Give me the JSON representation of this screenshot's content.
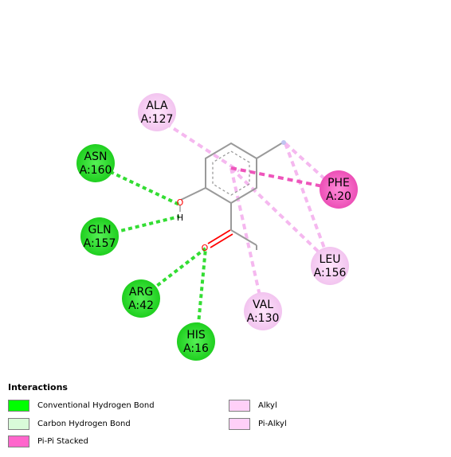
{
  "residues": [
    {
      "name": "ALA",
      "chain_id": "A:127",
      "type": "alkyl",
      "color": "#f7d1f5"
    },
    {
      "name": "ASN",
      "chain_id": "A:160",
      "type": "hbond",
      "color": "#3ee23e"
    },
    {
      "name": "GLN",
      "chain_id": "A:157",
      "type": "hbond",
      "color": "#3ee23e"
    },
    {
      "name": "ARG",
      "chain_id": "A:42",
      "type": "hbond",
      "color": "#3ee23e"
    },
    {
      "name": "HIS",
      "chain_id": "A:16",
      "type": "hbond",
      "color": "#3ee23e"
    },
    {
      "name": "VAL",
      "chain_id": "A:130",
      "type": "alkyl",
      "color": "#f7d1f5"
    },
    {
      "name": "LEU",
      "chain_id": "A:156",
      "type": "alkyl",
      "color": "#f7d1f5"
    },
    {
      "name": "PHE",
      "chain_id": "A:20",
      "type": "pipi",
      "color": "#f060c8"
    }
  ],
  "atoms": {
    "oxygen1": "O",
    "hydrogen": "H",
    "oxygen2": "O"
  },
  "legend": {
    "title": "Interactions",
    "items": [
      {
        "label": "Conventional Hydrogen Bond",
        "color": "#00ff00"
      },
      {
        "label": "Carbon Hydrogen Bond",
        "color": "#d9fbd9"
      },
      {
        "label": "Pi-Pi Stacked",
        "color": "#ff66cc"
      },
      {
        "label": "Alkyl",
        "color": "#ffd0f8"
      },
      {
        "label": "Pi-Alkyl",
        "color": "#ffd0f8"
      }
    ]
  },
  "colors": {
    "hbond_line": "#33dd33",
    "alkyl_line": "#f5b8ef",
    "pipi_line": "#ee55bb",
    "bond": "#9a9a9a",
    "oxygen": "#ff0000"
  }
}
